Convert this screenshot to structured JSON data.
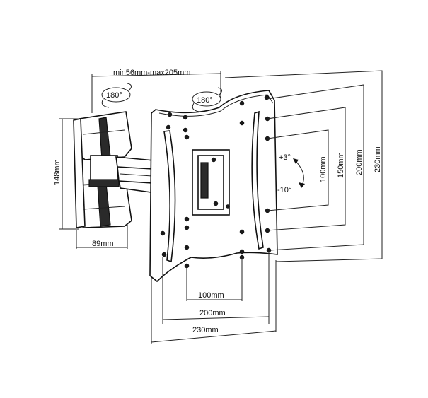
{
  "dimensions": {
    "arm_extension": "min56mm-max205mm",
    "swivel_left": "180°",
    "swivel_right": "180°",
    "wall_plate_height": "148mm",
    "wall_plate_depth": "89mm",
    "tilt_up": "+3°",
    "tilt_down": "-10°",
    "vesa_vertical": [
      "100mm",
      "150mm",
      "200mm",
      "230mm"
    ],
    "vesa_horizontal": [
      "100mm",
      "200mm",
      "230mm"
    ]
  },
  "colors": {
    "line": "#111111",
    "background": "#ffffff"
  }
}
